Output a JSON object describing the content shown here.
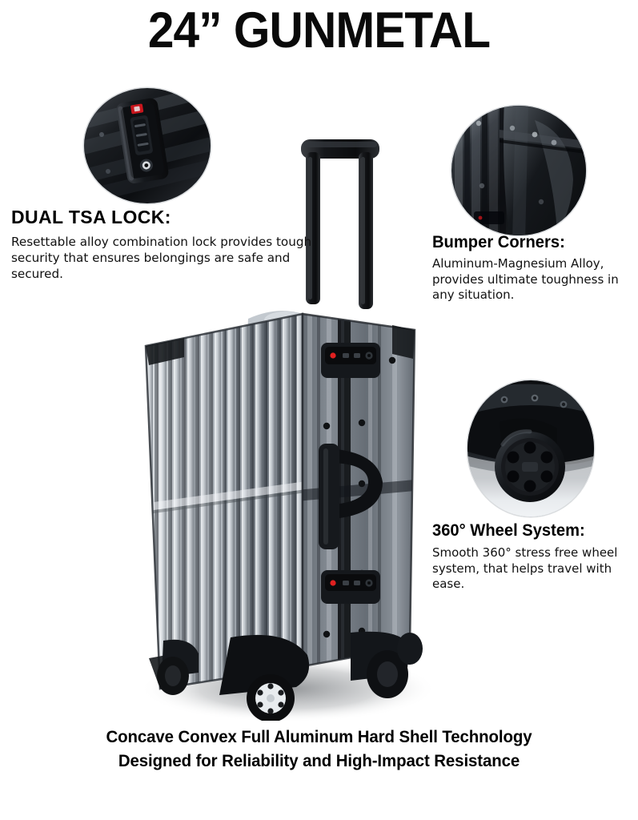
{
  "page": {
    "title": "24” GUNMETAL",
    "background_color": "#ffffff",
    "text_color": "#000000"
  },
  "callouts": [
    {
      "id": "dual-tsa-lock",
      "heading": "DUAL TSA LOCK:",
      "body": "Resettable alloy combination lock provides tough security that ensures belongings are safe and secured.",
      "inset_icon": "tsa-lock-photo-inset"
    },
    {
      "id": "bumper-corners",
      "heading": "Bumper Corners:",
      "body": "Aluminum-Magnesium Alloy, provides ultimate toughness in any situation.",
      "inset_icon": "bumper-corner-photo-inset"
    },
    {
      "id": "wheel-system",
      "heading": "360° Wheel System:",
      "body": "Smooth 360° stress free wheel system, that helps travel with ease.",
      "inset_icon": "spinner-wheel-photo-inset"
    }
  ],
  "bottom_caption": {
    "line1": "Concave Convex Full Aluminum Hard Shell Technology",
    "line2": "Designed for Reliability and High-Impact Resistance"
  },
  "product": {
    "name": "24” Gunmetal aluminum hard shell spinner suitcase",
    "shell_color_light": "#e9edf0",
    "shell_color_mid": "#8d949c",
    "shell_color_dark": "#474d55",
    "trim_color": "#141619",
    "lock_indicator_color": "#e02020",
    "wheel_count": 4,
    "lock_count": 2
  }
}
